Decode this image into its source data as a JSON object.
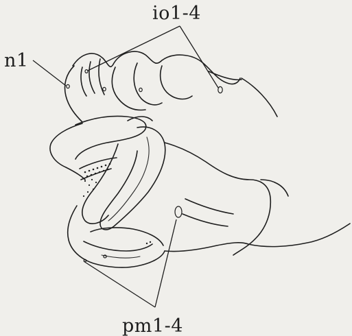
{
  "labels": {
    "nostril": "n1",
    "infraorbital": "io1-4",
    "premaxillary": "pm1-4"
  }
}
